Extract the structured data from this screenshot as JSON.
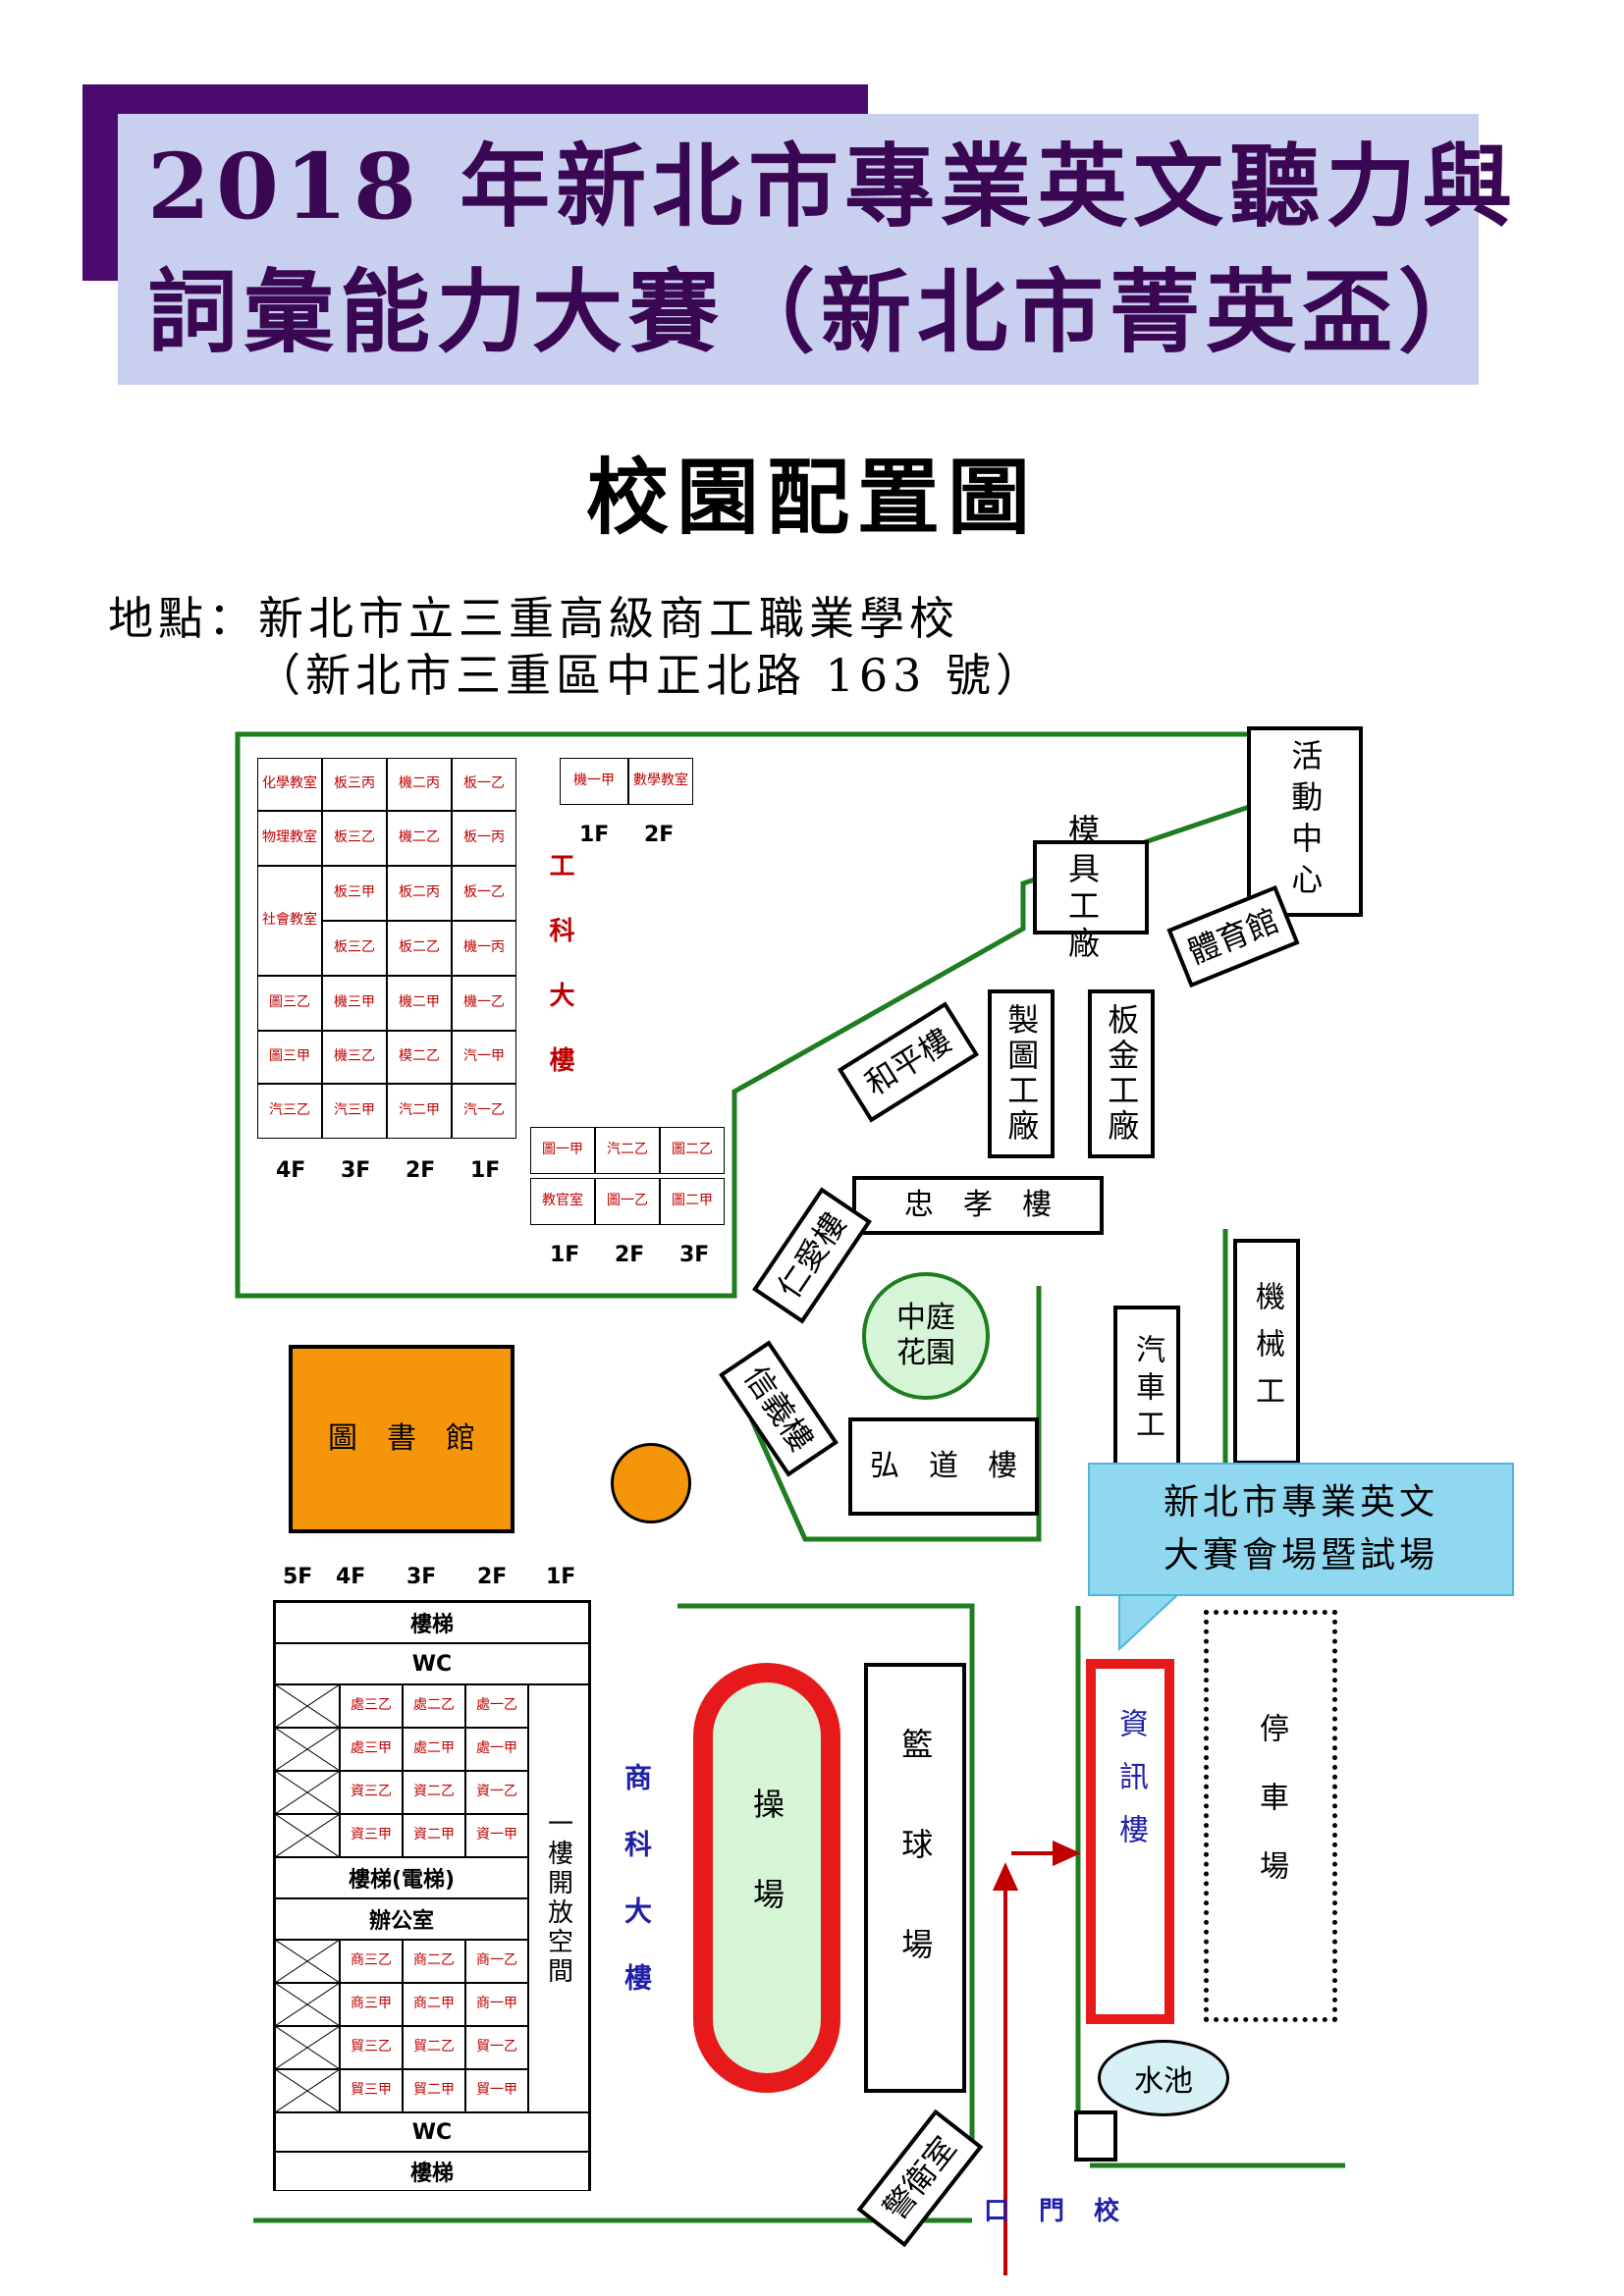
{
  "header": {
    "title_line1": "2018 年新北市專業英文聽力與",
    "title_line2": "詞彙能力大賽（新北市菁英盃）",
    "map_title": "校園配置圖",
    "location_line1": "地點：新北市立三重高級商工職業學校",
    "location_line2": "（新北市三重區中正北路 163 號）"
  },
  "colors": {
    "title_bg": "#c9d0ef",
    "accent": "#4b0a6e",
    "green": "#1e7d1e",
    "red": "#d40000",
    "library": "#f5960a",
    "callout": "#8fd8f0"
  },
  "engineering": {
    "label": "工科大樓",
    "rows": [
      [
        "化學教室",
        "板三丙",
        "機二丙",
        "板一乙"
      ],
      [
        "物理教室",
        "板三乙",
        "機二乙",
        "板一丙"
      ],
      [
        "社會教室",
        "板三甲",
        "板二丙",
        "板一乙"
      ],
      [
        "",
        "板三乙",
        "板二乙",
        "機一丙"
      ],
      [
        "圖三乙",
        "機三甲",
        "機二甲",
        "機一乙"
      ],
      [
        "圖三甲",
        "機三乙",
        "模二乙",
        "汽一甲"
      ],
      [
        "汽三乙",
        "汽三甲",
        "汽二甲",
        "汽一乙"
      ]
    ],
    "floors": [
      "4F",
      "3F",
      "2F",
      "1F"
    ],
    "small_top": [
      "機一甲",
      "數學教室"
    ],
    "small_top_floors": [
      "1F",
      "2F"
    ],
    "small_bottom_row1": [
      "圖一甲",
      "汽二乙",
      "圖二乙"
    ],
    "small_bottom_row2": [
      "教官室",
      "圖一乙",
      "圖二甲"
    ],
    "small_bottom_floors": [
      "1F",
      "2F",
      "3F"
    ]
  },
  "buildings": {
    "activity_center": "活動中心",
    "mold_factory": "模具工廠",
    "gym": "體育館",
    "heping": "和平樓",
    "drawing_factory": "製圖工廠",
    "sheet_metal_factory": "板金工廠",
    "zhongxiao": "忠　孝　樓",
    "renai": "仁愛樓",
    "garden": "中庭花園",
    "xinyi": "信義樓",
    "hongdao": "弘　道　樓",
    "auto_factory": "汽車工",
    "machinery_factory": "機械工",
    "library": "圖　書　館",
    "playground": "操場",
    "basketball": "籃球場",
    "it_building": "資訊樓",
    "parking": "停車場",
    "pond": "水池",
    "guard": "警衛室",
    "gate": "校門口"
  },
  "callout": {
    "line1": "新北市專業英文",
    "line2": "大賽會場暨試場"
  },
  "commerce": {
    "label": "商科大樓",
    "floors": [
      "5F",
      "4F",
      "3F",
      "2F",
      "1F"
    ],
    "stairs_top": "樓梯",
    "wc_top": "WC",
    "upper_rows": [
      [
        "處三乙",
        "處二乙",
        "處一乙"
      ],
      [
        "處三甲",
        "處二甲",
        "處一甲"
      ],
      [
        "資三乙",
        "資二乙",
        "資一乙"
      ],
      [
        "資三甲",
        "資二甲",
        "資一甲"
      ]
    ],
    "elevator": "樓梯(電梯)",
    "office": "辦公室",
    "lower_rows": [
      [
        "商三乙",
        "商二乙",
        "商一乙"
      ],
      [
        "商三甲",
        "商二甲",
        "商一甲"
      ],
      [
        "貿三乙",
        "貿二乙",
        "貿一乙"
      ],
      [
        "貿三甲",
        "貿二甲",
        "貿一甲"
      ]
    ],
    "open_space": "一樓開放空間",
    "wc_bottom": "WC",
    "stairs_bottom": "樓梯"
  }
}
